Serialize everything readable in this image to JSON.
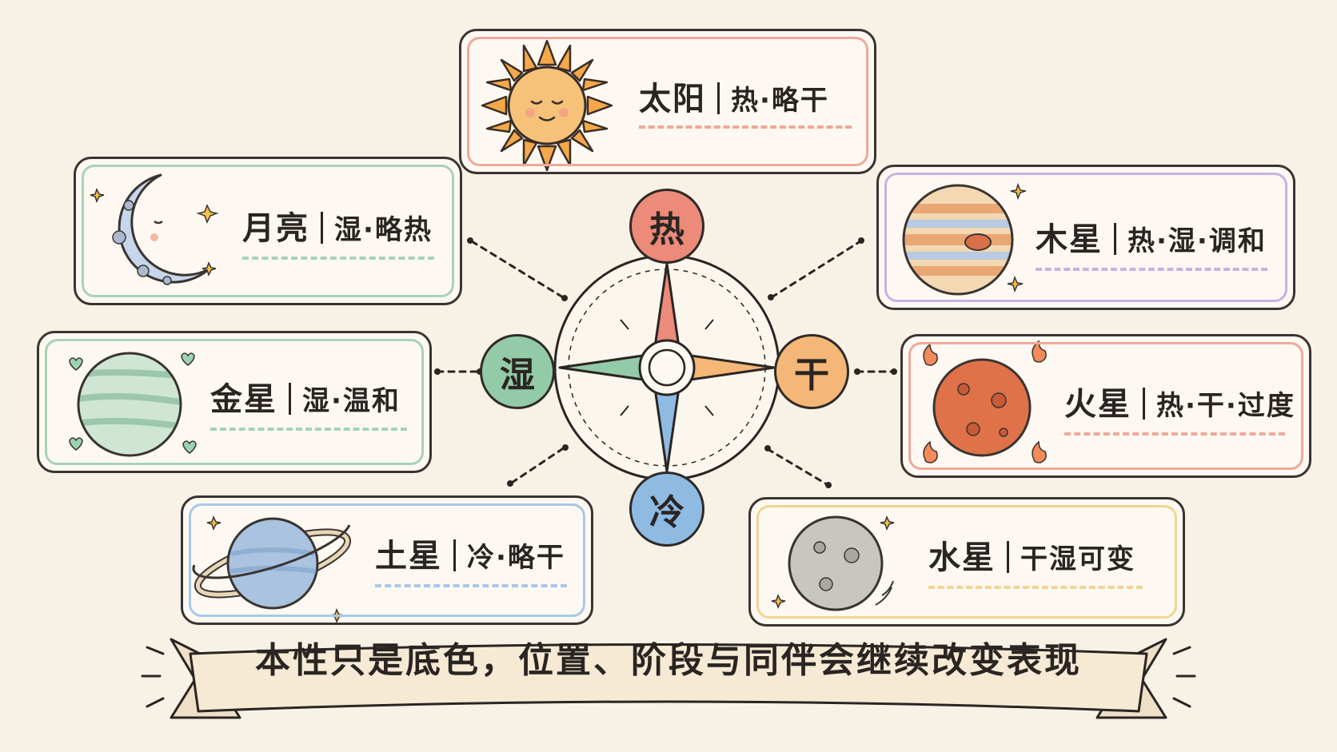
{
  "planets": {
    "sun": {
      "name": "太阳",
      "quality": "热·略干"
    },
    "moon": {
      "name": "月亮",
      "quality": "湿·略热"
    },
    "jupiter": {
      "name": "木星",
      "quality": "热·湿·调和"
    },
    "venus": {
      "name": "金星",
      "quality": "湿·温和"
    },
    "mars": {
      "name": "火星",
      "quality": "热·干·过度"
    },
    "saturn": {
      "name": "土星",
      "quality": "冷·略干"
    },
    "mercury": {
      "name": "水星",
      "quality": "干湿可变"
    }
  },
  "compass": {
    "hot": {
      "label": "热",
      "color": "#ec8b7a"
    },
    "wet": {
      "label": "湿",
      "color": "#93cba9"
    },
    "dry": {
      "label": "干",
      "color": "#f4b777"
    },
    "cold": {
      "label": "冷",
      "color": "#8fbbe3"
    }
  },
  "banner": {
    "text": "本性只是底色，位置、阶段与同伴会继续改变表现"
  },
  "colors": {
    "sun": "#f0a89a",
    "moon": "#a7d2b8",
    "jupiter": "#c7b2e0",
    "venus": "#a7d2b8",
    "mars": "#f0a89a",
    "saturn": "#a8c8ea",
    "mercury": "#f3d493"
  }
}
